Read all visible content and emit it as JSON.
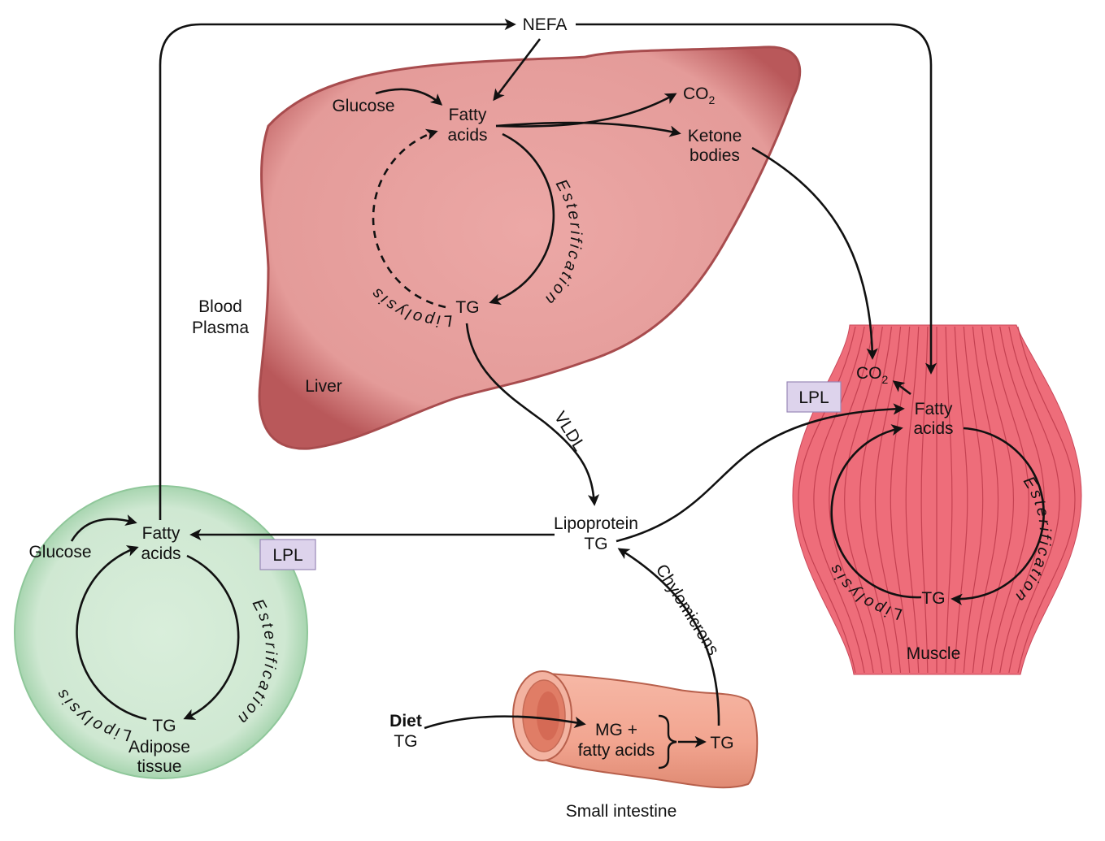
{
  "colors": {
    "liver": "#e8a3a1",
    "liver_edge": "#a84c4e",
    "muscle": "#ee6d7a",
    "muscle_stripe": "#b73344",
    "adipose": "#d3ebd6",
    "adipose_edge": "#8fc79a",
    "intestine": "#f2a895",
    "intestine_edge": "#b8604c",
    "lpl_box": "#ddd3ec",
    "lpl_edge": "#9a88b8",
    "arrow": "#111111"
  },
  "labels": {
    "nefa": "NEFA",
    "blood_plasma_line1": "Blood",
    "blood_plasma_line2": "Plasma",
    "liver": {
      "organ": "Liver",
      "glucose": "Glucose",
      "fatty_acids_line1": "Fatty",
      "fatty_acids_line2": "acids",
      "co2": "CO",
      "co2_sub": "2",
      "ketone_line1": "Ketone",
      "ketone_line2": "bodies",
      "tg": "TG",
      "esterification": "Esterification",
      "lipolysis": "Lipolysis"
    },
    "vldl": "VLDL",
    "lipoprotein_line1": "Lipoprotein",
    "lipoprotein_line2": "TG",
    "chylomicrons": "Chylomicrons",
    "adipose": {
      "glucose": "Glucose",
      "fatty_acids_line1": "Fatty",
      "fatty_acids_line2": "acids",
      "tg": "TG",
      "organ_line1": "Adipose",
      "organ_line2": "tissue",
      "esterification": "Esterification",
      "lipolysis": "Lipolysis",
      "lpl": "LPL"
    },
    "muscle": {
      "organ": "Muscle",
      "co2": "CO",
      "co2_sub": "2",
      "fatty_acids_line1": "Fatty",
      "fatty_acids_line2": "acids",
      "tg": "TG",
      "esterification": "Esterification",
      "lipolysis": "Lipolysis",
      "lpl": "LPL"
    },
    "intestine": {
      "organ": "Small intestine",
      "diet": "Diet",
      "diet_tg": "TG",
      "mg_line1": "MG +",
      "mg_line2": "fatty acids",
      "tg": "TG"
    }
  }
}
